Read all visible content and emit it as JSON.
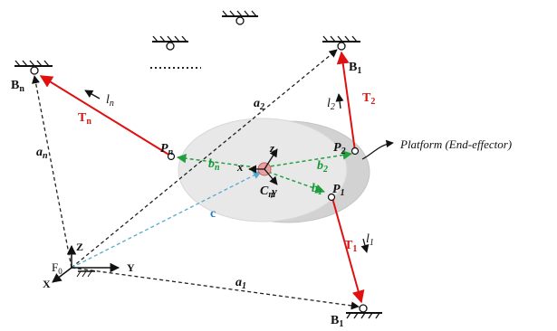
{
  "labels": {
    "Bn": {
      "main": "B",
      "sub": "n"
    },
    "B1_top": {
      "main": "B",
      "sub": "1"
    },
    "B1_bottom": {
      "main": "B",
      "sub": "1"
    },
    "Tn": {
      "main": "T",
      "sub": "n"
    },
    "T2": {
      "main": "T",
      "sub": "2"
    },
    "T1": {
      "main": "T",
      "sub": "1"
    },
    "ln": {
      "main": "l",
      "sub": "n"
    },
    "l2": {
      "main": "l",
      "sub": "2"
    },
    "l1": {
      "main": "l",
      "sub": "1"
    },
    "an": {
      "main": "a",
      "sub": "n"
    },
    "a2": {
      "main": "a",
      "sub": "2"
    },
    "a1": {
      "main": "a",
      "sub": "1"
    },
    "Pn": {
      "main": "P",
      "sub": "n"
    },
    "P2": {
      "main": "P",
      "sub": "2"
    },
    "P1": {
      "main": "P",
      "sub": "1"
    },
    "bn": {
      "main": "b",
      "sub": "n"
    },
    "b2": {
      "main": "b",
      "sub": "2"
    },
    "b1": {
      "main": "b",
      "sub": "1"
    },
    "Cm": {
      "main": "C",
      "sub": "m"
    },
    "F0": {
      "main": "F",
      "sub": "0"
    },
    "c": "c",
    "X": "X",
    "Y": "Y",
    "Z": "Z",
    "x": "x",
    "y": "y",
    "z": "z",
    "platform": "Platform (End-effector)"
  },
  "colors": {
    "cable": "#e01010",
    "label_red": "#d01818",
    "dashed_black": "#222222",
    "dashed_green": "#22a040",
    "label_green": "#119933",
    "dashed_blue": "#55aacc",
    "label_blue": "#2a7cc0",
    "platform_fill": "#e6e6e6",
    "platform_side": "#d0d0d0",
    "cm_marker": "#e8a0a0"
  }
}
